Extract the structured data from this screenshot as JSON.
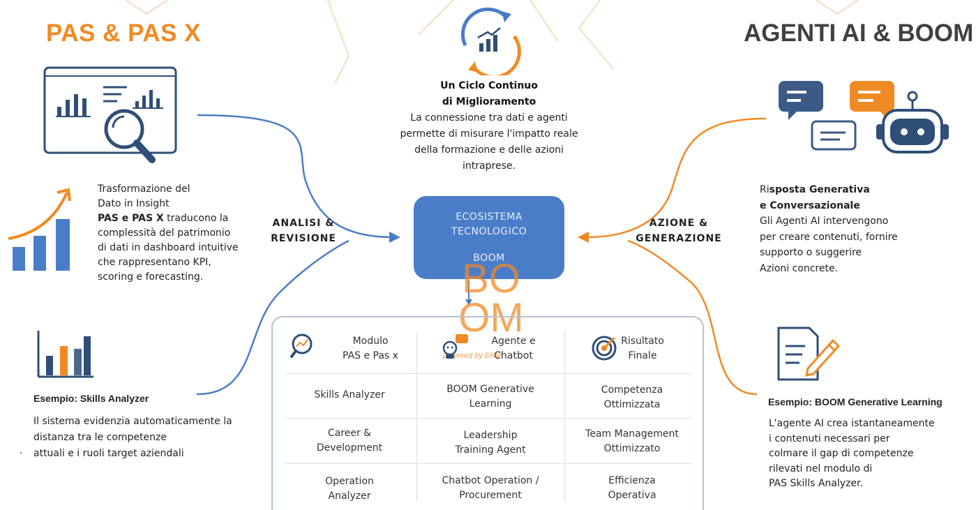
{
  "left_title": "PAS & PAS X",
  "right_title": "AGENTI AI & BOOM",
  "center": {
    "title_line1": "Un Ciclo Continuo",
    "title_line2": "di Miglioramento",
    "desc_lines": [
      "La connessione tra dati e agenti",
      "permette di misurare l'impatto reale",
      "della formazione e delle azioni",
      "intraprese."
    ]
  },
  "ecosystem": {
    "line1": "ECOSISTEMA",
    "line2": "TECNOLOGICO",
    "line3": "BOOM",
    "watermark_line1": "BO",
    "watermark_line2": "OM",
    "watermark_sub": "powered by ERIP"
  },
  "left_flow_label": {
    "line1": "ANALISI &",
    "line2": "REVISIONE"
  },
  "right_flow_label": {
    "line1": "AZIONE &",
    "line2": "GENERAZIONE"
  },
  "left_block": {
    "line1": "Trasformazione del",
    "line2": "Dato in Insight",
    "line3_bold": "PAS e PAS X",
    "line3_rest": " traducono la",
    "line4": "complessità del patrimonio",
    "line5": "di dati in dashboard intuitive",
    "line6": "che rappresentano KPI,",
    "line7": "scoring e forecasting."
  },
  "left_example": {
    "title": "Esempio: Skills Analyzer",
    "line1": "Il sistema evidenzia automaticamente la",
    "line2": "distanza tra le competenze",
    "bullet": "·",
    "line3": "attuali e i ruoli target aziendali"
  },
  "right_block": {
    "title_line1_plain": "Ri",
    "title_line1_bold": "sposta Generativa",
    "title_line2": "e Conversazionale",
    "line1": "Gli Agenti AI intervengono",
    "line2": "per creare contenuti, fornire",
    "line3": "supporto o suggerire",
    "line4": "Azioni concrete."
  },
  "right_example": {
    "title": "Esempio: BOOM Generative Learning",
    "line1": "L'agente AI crea istantaneamente",
    "line2": "i contenuti necessari per",
    "line3": "colmare il gap di competenze",
    "line4": "rilevati nel modulo di",
    "line5": "PAS Skills Analyzer."
  },
  "table": {
    "headers": [
      {
        "line1": "Modulo",
        "line2": "PAS e Pas x",
        "icon": "magnifier-chart-icon"
      },
      {
        "line1": "Agente e",
        "line2": "Chatbot",
        "icon": "chatbot-icon"
      },
      {
        "line1": "Risultato",
        "line2": "Finale",
        "icon": "target-icon"
      }
    ],
    "rows": [
      [
        {
          "line1": "Skills Analyzer",
          "line2": ""
        },
        {
          "line1": "BOOM Generative",
          "line2": "Learning"
        },
        {
          "line1": "Competenza",
          "line2": "Ottimizzata"
        }
      ],
      [
        {
          "line1": "Career &",
          "line2": "Development"
        },
        {
          "line1": "Leadership",
          "line2": "Training Agent"
        },
        {
          "line1": "Team Management",
          "line2": "Ottimizzato"
        }
      ],
      [
        {
          "line1": "Operation",
          "line2": "Analyzer"
        },
        {
          "line1": "Chatbot Operation /",
          "line2": "Procurement"
        },
        {
          "line1": "Efficienza",
          "line2": "Operativa"
        }
      ]
    ]
  },
  "colors": {
    "orange": "#f08a24",
    "blue": "#4a7dc8",
    "dark": "#3f3f44",
    "navy": "#2f4e78"
  }
}
